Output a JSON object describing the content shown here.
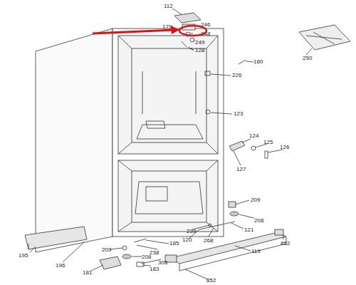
{
  "diagram": {
    "labels": [
      "112",
      "246",
      "179",
      "248",
      "249",
      "128",
      "250",
      "180",
      "226",
      "123",
      "124",
      "125",
      "126",
      "127",
      "209",
      "208",
      "852",
      "121",
      "120",
      "268",
      "239",
      "185",
      "238",
      "195",
      "196",
      "209",
      "208",
      "306",
      "181",
      "183",
      "119",
      "852"
    ]
  }
}
